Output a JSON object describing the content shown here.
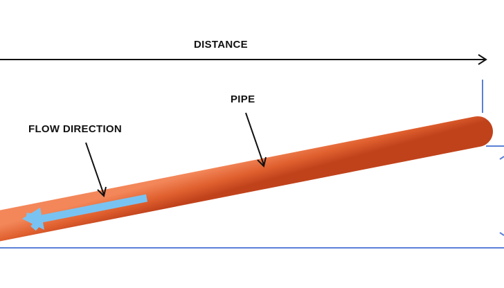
{
  "labels": {
    "distance": "DISTANCE",
    "pipe": "PIPE",
    "flow_direction": "FLOW DIRECTION"
  },
  "colors": {
    "pipe_light": "#f07a47",
    "pipe_dark": "#c94a20",
    "flow_arrow": "#79c3f2",
    "guide_lines": "#5b7fd6",
    "pointer": "#111111"
  }
}
